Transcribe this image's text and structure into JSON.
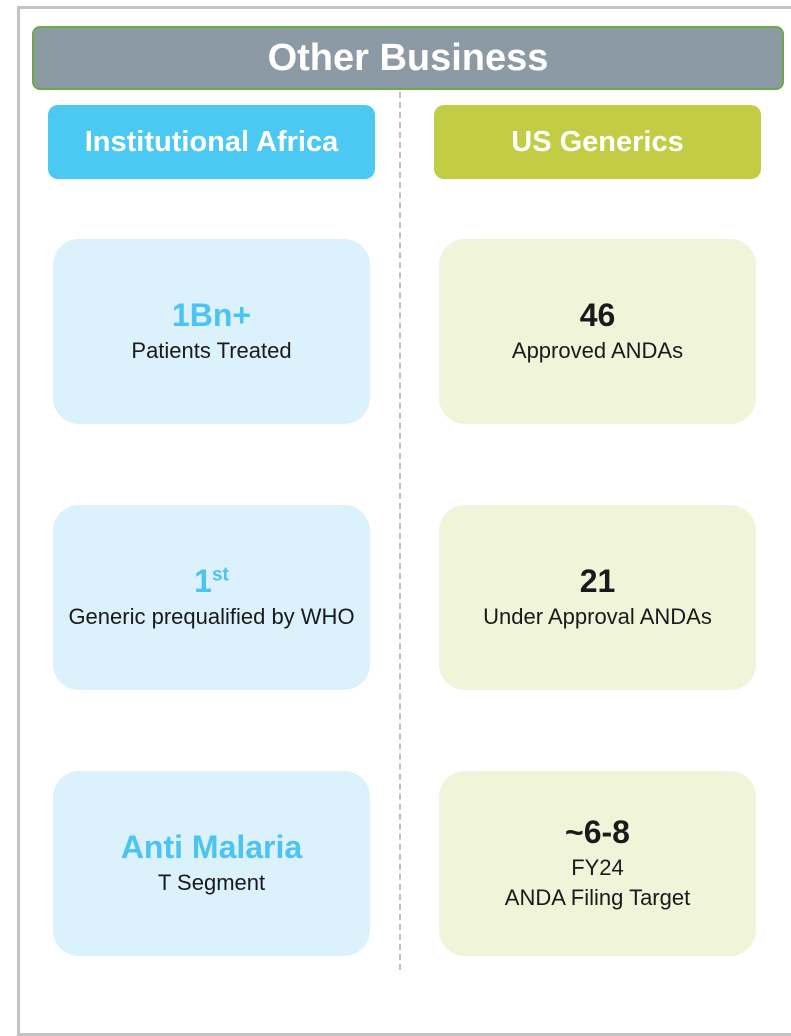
{
  "header": {
    "title": "Other Business"
  },
  "columns": {
    "africa": {
      "title": "Institutional Africa",
      "color": "#4cc9f3",
      "cards": [
        {
          "metric": "1Bn+",
          "caption": "Patients Treated"
        },
        {
          "metric": "1",
          "metric_sup": "st",
          "caption": "Generic prequalified by WHO"
        },
        {
          "metric": "Anti Malaria",
          "caption": "T Segment"
        }
      ]
    },
    "us": {
      "title": "US Generics",
      "color": "#c3cc45",
      "cards": [
        {
          "metric": "46",
          "caption": "Approved ANDAs"
        },
        {
          "metric": "21",
          "caption": "Under Approval ANDAs"
        },
        {
          "metric": "~6-8",
          "caption_lines": [
            "FY24",
            "ANDA Filing Target"
          ]
        }
      ]
    }
  }
}
